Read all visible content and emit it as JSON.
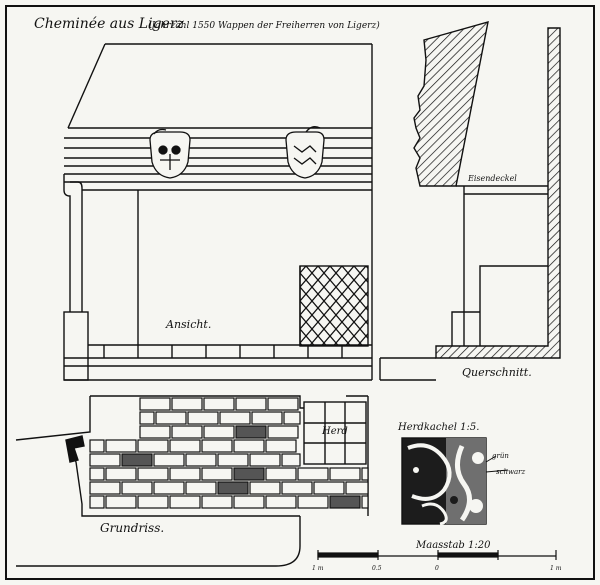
{
  "title": "Cheminée aus Ligerz",
  "subtitle": "(Jahrzahl 1550 Wappen der Freiherren von Ligerz)",
  "labels": {
    "ansicht": "Ansicht.",
    "querschnitt": "Querschnitt.",
    "eisendeckel": "Eisendeckel",
    "herd": "Herd",
    "grundriss": "Grundriss.",
    "herdkachel": "Herdkachel 1:5.",
    "gruen": "grün",
    "schwarz": "schwarz",
    "massstab": "Maasstab 1:20"
  },
  "scale": {
    "ticks": [
      "1 m",
      "0.5",
      "0",
      "1 m"
    ]
  },
  "colors": {
    "ink": "#111111",
    "paper": "#f6f6f2",
    "tile_dark": "#1c1c1c"
  }
}
